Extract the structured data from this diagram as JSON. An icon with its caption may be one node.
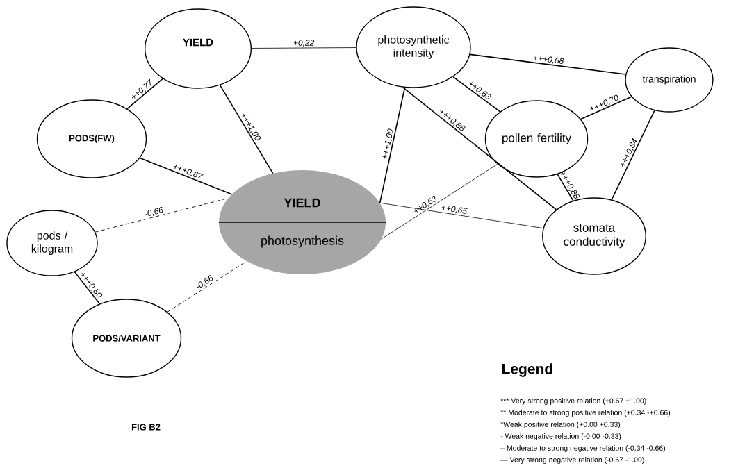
{
  "diagram": {
    "caption": "FIG B2",
    "nodes": [
      {
        "text": [
          "YIELD"
        ]
      },
      {
        "text": [
          "photosynthetic intensity"
        ]
      },
      {
        "text": [
          "transpiration"
        ]
      },
      {
        "text": [
          "PODS(FW)"
        ]
      },
      {
        "text": [
          "pollen fertility"
        ]
      },
      {
        "text": [
          "YIELD",
          "photosynthesis"
        ]
      },
      {
        "text": [
          "stomata conductivity"
        ]
      },
      {
        "text": [
          "pods / kilogram"
        ]
      },
      {
        "text": [
          "PODS/VARIANT"
        ]
      }
    ],
    "edges": [
      {
        "from": 0,
        "to": 1,
        "arrow": "none",
        "label": "+0,22"
      },
      {
        "from": 0,
        "to": 3,
        "arrow": "none",
        "label": "++0,77"
      },
      {
        "from": 0,
        "to": 5,
        "arrow": "none",
        "label": "+++1,00"
      },
      {
        "from": 3,
        "to": 5,
        "arrow": "none",
        "label": "+++0,67"
      },
      {
        "from": 1,
        "to": 2,
        "arrow": "none",
        "label": "+++0,68"
      },
      {
        "from": 1,
        "to": 4,
        "arrow": "none",
        "label": "++0,63"
      },
      {
        "from": 1,
        "to": 6,
        "arrow": "none",
        "label": "+++0,88"
      },
      {
        "from": 1,
        "to": 5,
        "arrow": "none",
        "label": "+++1,00"
      },
      {
        "from": 4,
        "to": 2,
        "arrow": "none",
        "label": "+++0,70"
      },
      {
        "from": 4,
        "to": 6,
        "arrow": "none",
        "label": "+++0,88"
      },
      {
        "from": 2,
        "to": 6,
        "arrow": "none",
        "label": "+++0,84"
      },
      {
        "from": 5,
        "to": 6,
        "arrow": "none",
        "label": "++0,65"
      },
      {
        "from": 5,
        "to": 4,
        "arrow": "none",
        "label": "++0,63"
      },
      {
        "from": 7,
        "to": 5,
        "arrow": "none",
        "label": "-0,66",
        "style": "dashed"
      },
      {
        "from": 8,
        "to": 5,
        "arrow": "none",
        "label": "-0,66",
        "style": "dashed"
      },
      {
        "from": 7,
        "to": 8,
        "arrow": "none",
        "label": "+++0,80"
      }
    ],
    "labels": [
      "Legend",
      "*** Very strong positive relation (+0.67 +1.00)",
      "** Moderate to strong positive relation (+0.34 -+0.66)",
      "*Weak positive relation (+0.00 +0.33)",
      "- Weak negative relation (-0.00 -0.33)",
      "– Moderate to strong negative relation (-0.34 -0.66)",
      "— Very strong negative relation (-0.67 -1.00)"
    ]
  }
}
